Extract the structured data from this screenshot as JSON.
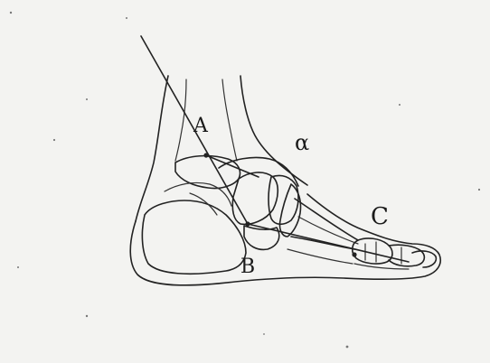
{
  "labels": {
    "a": "A",
    "alpha": "α",
    "b": "B",
    "c": "C"
  },
  "colors": {
    "ink": "#222222",
    "paper": "#f3f3f1"
  }
}
